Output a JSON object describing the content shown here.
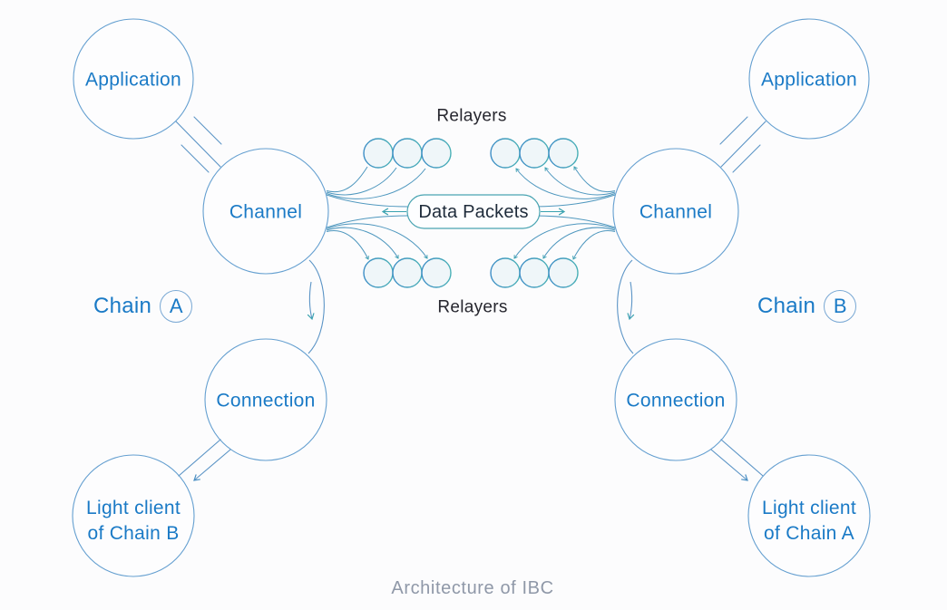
{
  "diagram_title": "Architecture of IBC",
  "chain_a": {
    "name_label": "Chain",
    "letter": "A",
    "application": "Application",
    "channel": "Channel",
    "connection": "Connection",
    "light_client_line1": "Light client",
    "light_client_line2": "of Chain B"
  },
  "chain_b": {
    "name_label": "Chain",
    "letter": "B",
    "application": "Application",
    "channel": "Channel",
    "connection": "Connection",
    "light_client_line1": "Light client",
    "light_client_line2": "of Chain A"
  },
  "relayers": {
    "top_label": "Relayers",
    "bottom_label": "Relayers",
    "data_packets_label": "Data Packets",
    "groups": 4,
    "relayers_per_group": 3
  },
  "colors": {
    "background": "#fcfcfd",
    "node_outline_blue": "#649fd0",
    "label_blue": "#1a7ac6",
    "line_blue": "#4a8fc4",
    "teal_accent": "#3ba3b0",
    "relayer_fill": "#eff6f9",
    "dark_text": "#26262e",
    "pill_text": "#1e2b3a",
    "caption_gray": "#8f98a8"
  }
}
